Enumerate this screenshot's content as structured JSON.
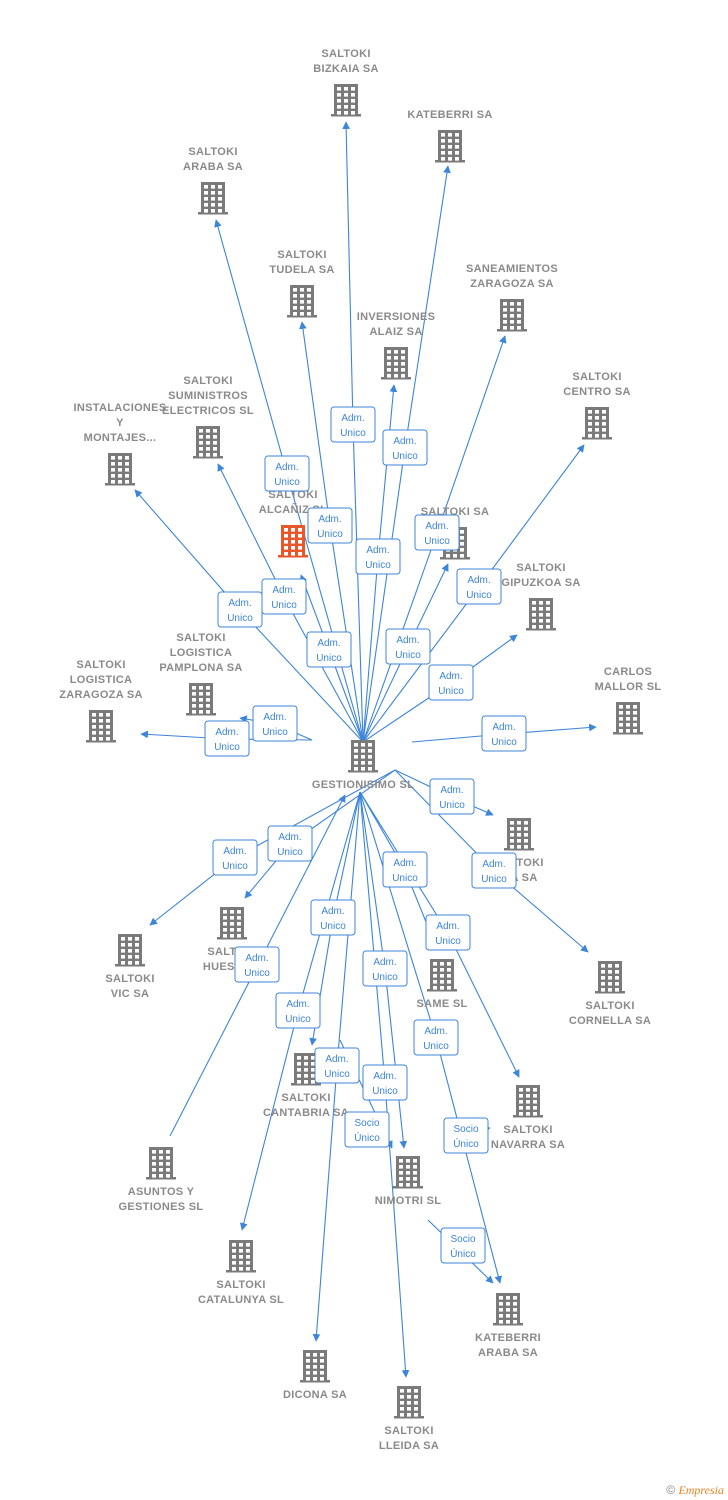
{
  "colors": {
    "edge": "#3d85d8",
    "node": "#7a7a7a",
    "focus_node": "#e8562a",
    "label": "#8a8a8a"
  },
  "center": {
    "id": "gestionisimo",
    "label": [
      "GESTIONISIMO SL"
    ]
  },
  "nodes": [
    {
      "id": "bizkaia",
      "label": [
        "SALTOKI",
        "BIZKAIA SA"
      ]
    },
    {
      "id": "kateberri",
      "label": [
        "KATEBERRI SA"
      ]
    },
    {
      "id": "araba",
      "label": [
        "SALTOKI",
        "ARABA SA"
      ]
    },
    {
      "id": "tudela",
      "label": [
        "SALTOKI",
        "TUDELA SA"
      ]
    },
    {
      "id": "saneamientos",
      "label": [
        "SANEAMIENTOS",
        "ZARAGOZA SA"
      ]
    },
    {
      "id": "alaiz",
      "label": [
        "INVERSIONES",
        "ALAIZ SA"
      ]
    },
    {
      "id": "centro",
      "label": [
        "SALTOKI",
        "CENTRO SA"
      ]
    },
    {
      "id": "suministros",
      "label": [
        "SALTOKI",
        "SUMINISTROS",
        "ELECTRICOS SL"
      ]
    },
    {
      "id": "instalaciones",
      "label": [
        "INSTALACIONES",
        "Y",
        "MONTAJES..."
      ]
    },
    {
      "id": "alcaniz",
      "label": [
        "SALTOKI",
        "ALCAÑIZ SL"
      ],
      "focus": true
    },
    {
      "id": "saltokisa",
      "label": [
        "SALTOKI SA"
      ]
    },
    {
      "id": "gipuzkoa",
      "label": [
        "SALTOKI",
        "GIPUZKOA SA"
      ]
    },
    {
      "id": "logpamplona",
      "label": [
        "SALTOKI",
        "LOGISTICA",
        "PAMPLONA SA"
      ]
    },
    {
      "id": "logzaragoza",
      "label": [
        "SALTOKI",
        "LOGISTICA",
        "ZARAGOZA SA"
      ]
    },
    {
      "id": "carlos",
      "label": [
        "CARLOS",
        "MALLOR SL"
      ]
    },
    {
      "id": "saltokiXa",
      "label": [
        "SALTOKI",
        "...A SA"
      ]
    },
    {
      "id": "vic",
      "label": [
        "SALTOKI",
        "VIC SA"
      ]
    },
    {
      "id": "huesca",
      "label": [
        "SALTOKI",
        "HUESCA..."
      ]
    },
    {
      "id": "cornella",
      "label": [
        "SALTOKI",
        "CORNELLA SA"
      ]
    },
    {
      "id": "same",
      "label": [
        "SAME SL"
      ]
    },
    {
      "id": "cantabria",
      "label": [
        "SALTOKI",
        "CANTABRIA SA"
      ]
    },
    {
      "id": "navarra",
      "label": [
        "SALTOKI",
        "NAVARRA SA"
      ]
    },
    {
      "id": "asuntos",
      "label": [
        "ASUNTOS Y",
        "GESTIONES SL"
      ]
    },
    {
      "id": "nimotri",
      "label": [
        "NIMOTRI SL"
      ]
    },
    {
      "id": "catalunya",
      "label": [
        "SALTOKI",
        "CATALUNYA SL"
      ]
    },
    {
      "id": "katebarraba",
      "label": [
        "KATEBERRI",
        "ARABA SA"
      ]
    },
    {
      "id": "dicona",
      "label": [
        "DICONA SA"
      ]
    },
    {
      "id": "lleida",
      "label": [
        "SALTOKI",
        "LLEIDA SA"
      ]
    }
  ],
  "edges": [
    {
      "to": "bizkaia",
      "label": [
        "Adm.",
        "Unico"
      ]
    },
    {
      "to": "kateberri",
      "label": [
        "Adm.",
        "Unico"
      ]
    },
    {
      "to": "araba",
      "label": [
        "Adm.",
        "Unico"
      ]
    },
    {
      "to": "tudela",
      "label": [
        "Adm.",
        "Unico"
      ]
    },
    {
      "to": "saneamientos",
      "label": [
        "Adm.",
        "Unico"
      ]
    },
    {
      "to": "alaiz",
      "label": [
        "Adm.",
        "Unico"
      ]
    },
    {
      "to": "centro",
      "label": [
        "Adm.",
        "Unico"
      ]
    },
    {
      "to": "suministros",
      "label": [
        "Adm.",
        "Unico"
      ]
    },
    {
      "to": "instalaciones",
      "label": [
        "Adm.",
        "Unico"
      ]
    },
    {
      "to": "alcaniz",
      "label": [
        "Adm.",
        "Unico"
      ]
    },
    {
      "to": "saltokisa",
      "label": [
        "Adm.",
        "Unico"
      ]
    },
    {
      "to": "gipuzkoa",
      "label": [
        "Adm.",
        "Unico"
      ]
    },
    {
      "to": "logpamplona",
      "label": [
        "Adm.",
        "Unico"
      ]
    },
    {
      "to": "logzaragoza",
      "label": [
        "Adm.",
        "Unico"
      ]
    },
    {
      "to": "carlos",
      "label": [
        "Adm.",
        "Unico"
      ]
    },
    {
      "to": "saltokiXa",
      "label": [
        "Adm.",
        "Unico"
      ]
    },
    {
      "to": "vic",
      "label": [
        "Adm.",
        "Unico"
      ]
    },
    {
      "to": "huesca",
      "label": [
        "Adm.",
        "Unico"
      ]
    },
    {
      "to": "cornella",
      "label": [
        "Adm.",
        "Unico"
      ]
    },
    {
      "to": "same",
      "label": [
        "Adm.",
        "Unico"
      ]
    },
    {
      "to": "cantabria",
      "label": [
        "Adm.",
        "Unico"
      ]
    },
    {
      "to": "navarra",
      "label": [
        "Adm.",
        "Unico"
      ]
    },
    {
      "from": "asuntos",
      "label": [
        "Adm.",
        "Unico"
      ]
    },
    {
      "to": "nimotri",
      "label": [
        "Adm.",
        "Unico"
      ]
    },
    {
      "to": "catalunya",
      "label": [
        "Adm.",
        "Unico"
      ]
    },
    {
      "to": "katebarraba",
      "label": [
        "Adm.",
        "Unico"
      ]
    },
    {
      "to": "dicona",
      "label": [
        "Adm.",
        "Unico"
      ]
    },
    {
      "to": "lleida",
      "label": [
        "Adm.",
        "Unico"
      ]
    },
    {
      "to": "cantabria",
      "label": [
        "Socio",
        "Único"
      ],
      "secondary": true
    },
    {
      "to": "navarra",
      "label": [
        "Socio",
        "Único"
      ],
      "secondary": true
    },
    {
      "to": "katebarraba",
      "label": [
        "Socio",
        "Único"
      ],
      "secondary": true
    }
  ],
  "footer": {
    "copyright": "©",
    "brand": "Empresia"
  }
}
